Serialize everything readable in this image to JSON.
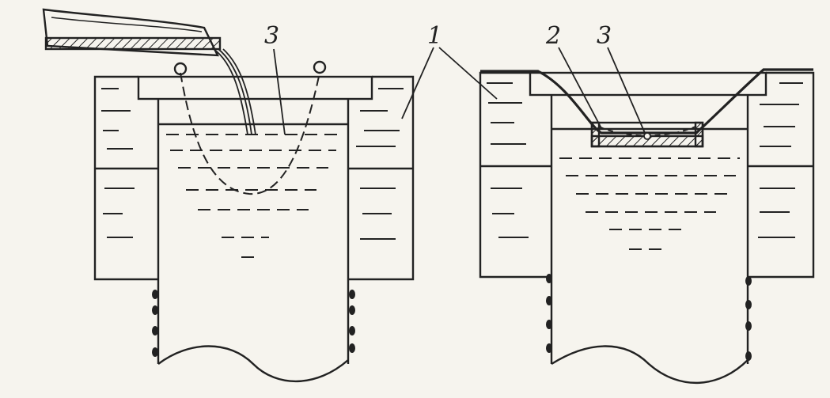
{
  "labels": {
    "left_diagram": {
      "callout_3": "3"
    },
    "shared": {
      "callout_1": "1"
    },
    "right_diagram": {
      "callout_2": "2",
      "callout_3": "3"
    }
  },
  "colors": {
    "paper": "#f6f4ee",
    "ink": "#222222",
    "hatch": "#222222"
  },
  "icons": {
    "suspension-ring": "circle-outline"
  }
}
